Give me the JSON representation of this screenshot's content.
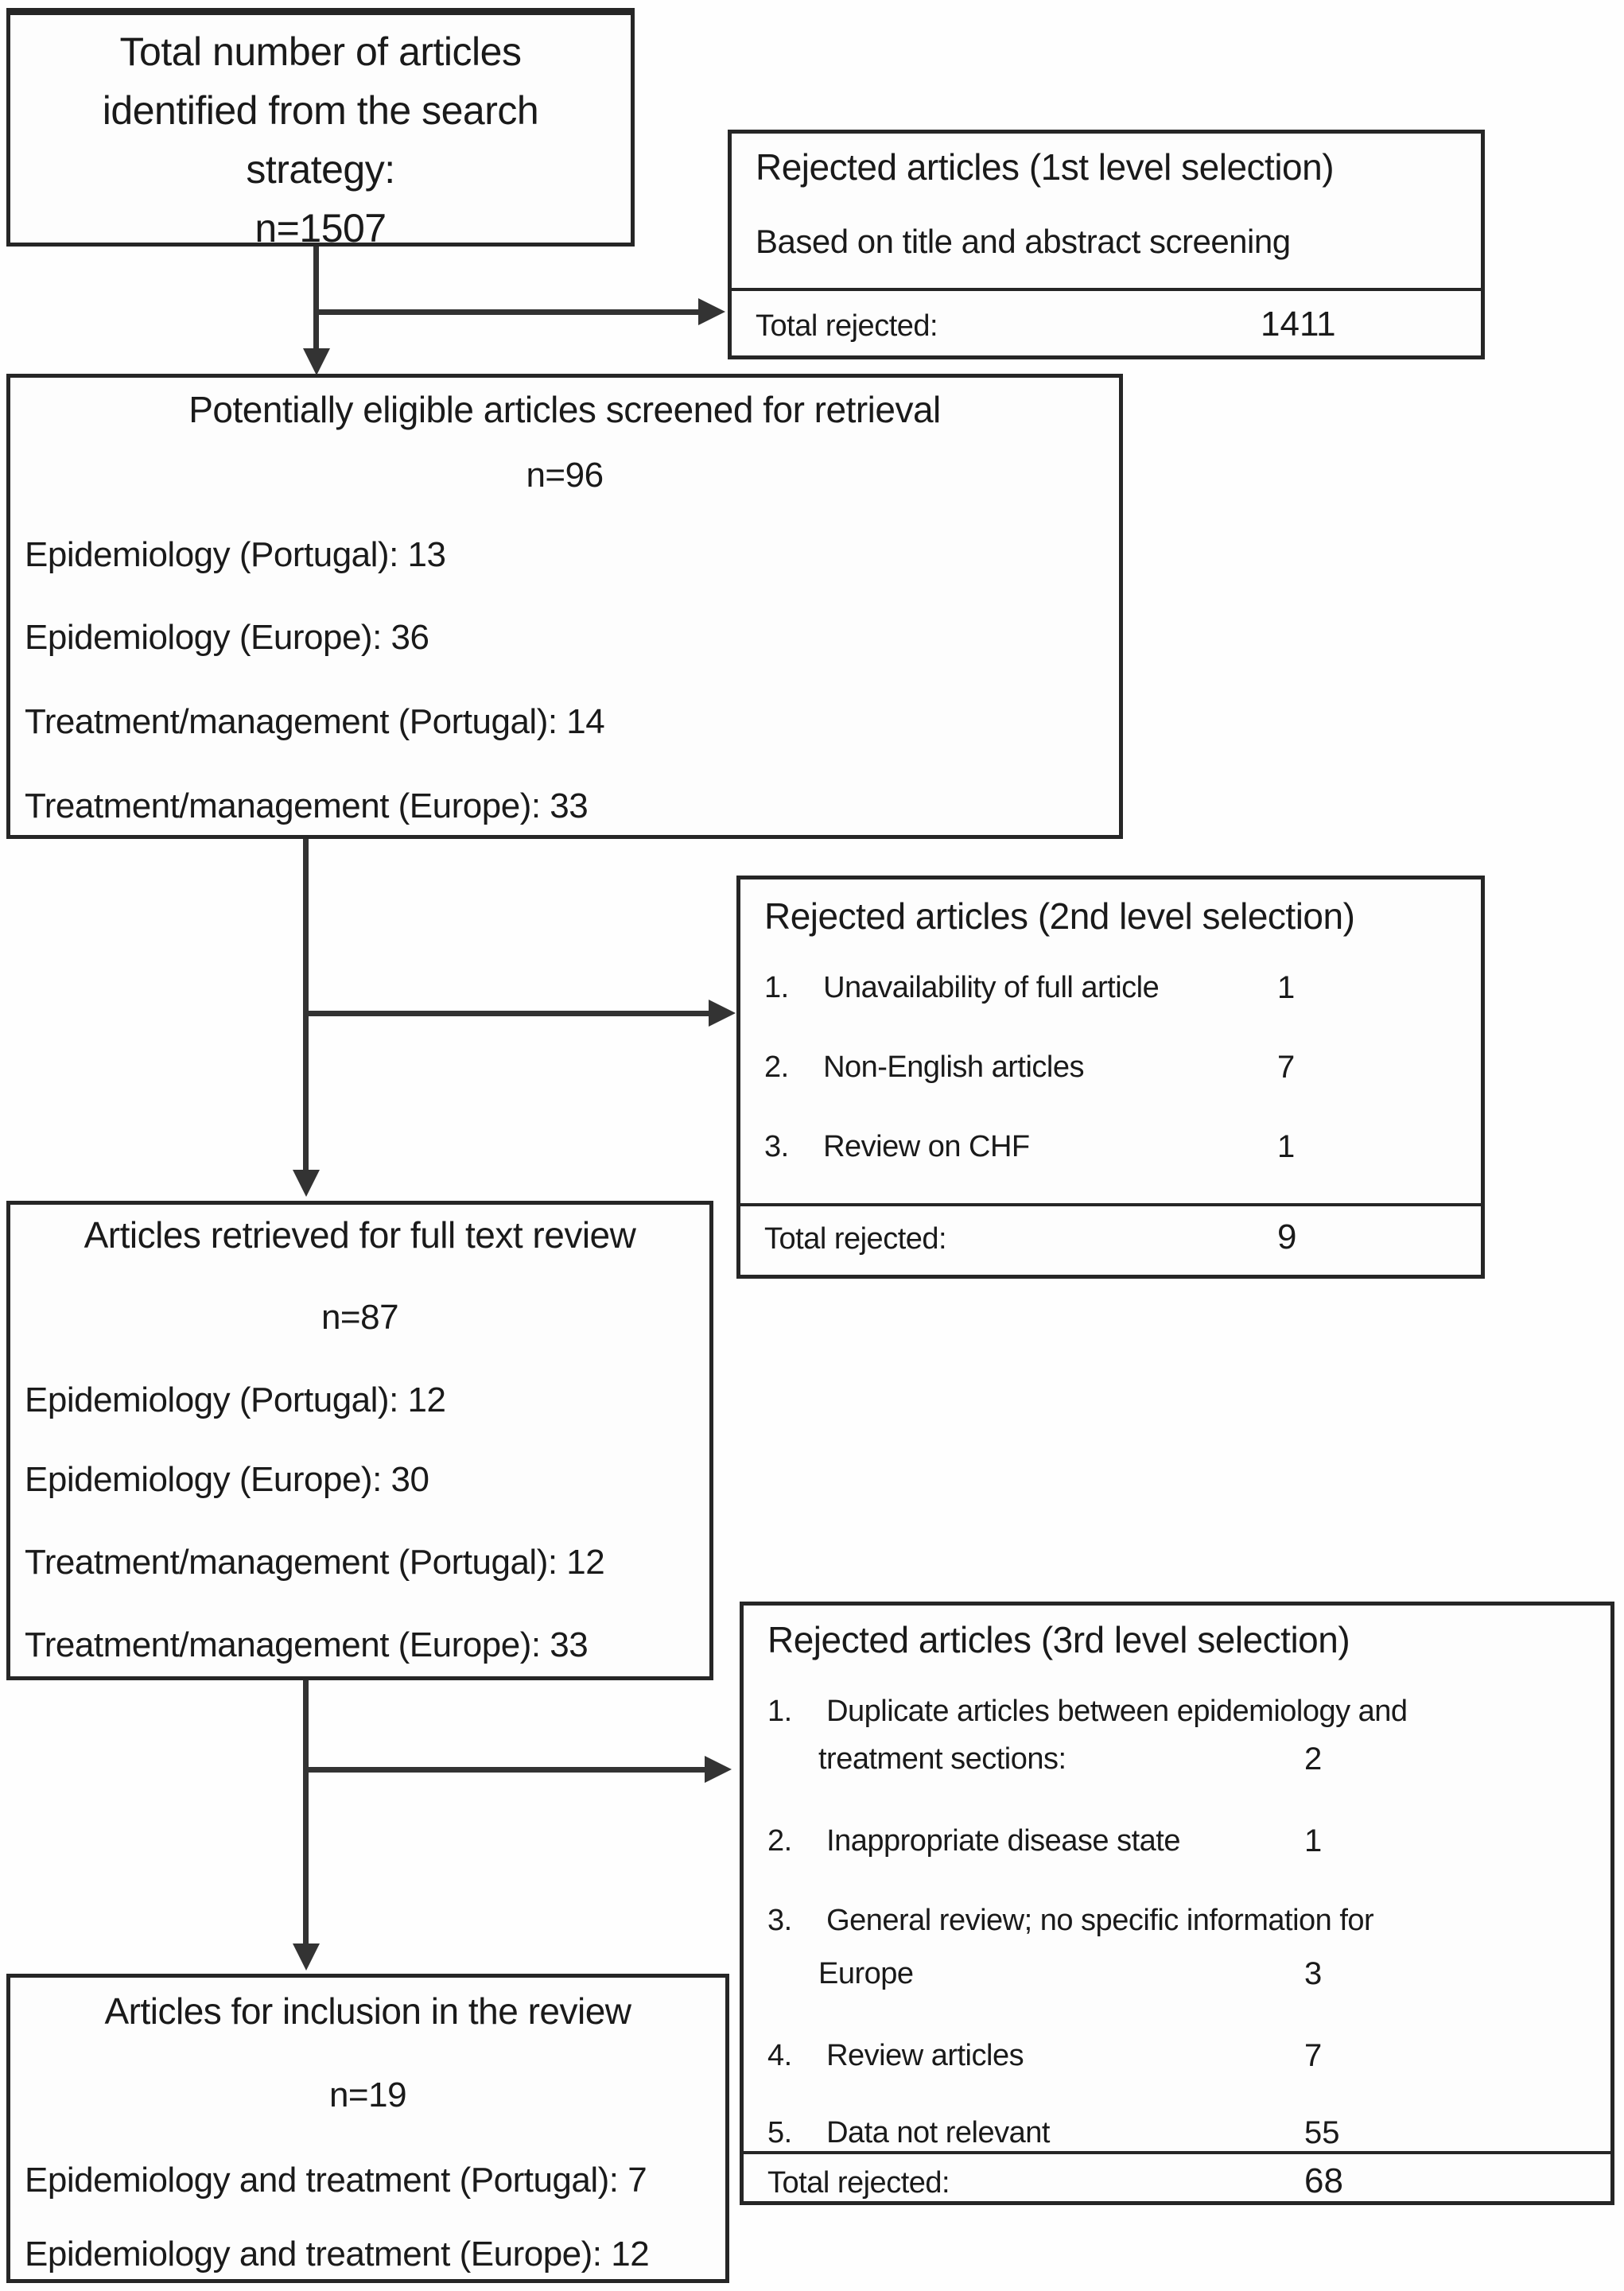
{
  "fc": {
    "box1": {
      "lines": [
        "Total number of articles",
        "identified from the search",
        "strategy:",
        "n=1507"
      ]
    },
    "rejected1": {
      "title": "Rejected articles (1st level selection)",
      "subtitle": "Based on title and abstract screening",
      "total_label": "Total rejected:",
      "total_value": "1411"
    },
    "box2": {
      "title": "Potentially eligible articles screened for retrieval",
      "n": "n=96",
      "items": [
        "Epidemiology (Portugal): 13",
        "Epidemiology (Europe): 36",
        "Treatment/management (Portugal): 14",
        "Treatment/management (Europe): 33"
      ]
    },
    "rejected2": {
      "title": "Rejected articles (2nd level selection)",
      "items": [
        {
          "num": "1.",
          "label": "Unavailability of full article",
          "value": "1"
        },
        {
          "num": "2.",
          "label": "Non-English articles",
          "value": "7"
        },
        {
          "num": "3.",
          "label": "Review on CHF",
          "value": "1"
        }
      ],
      "total_label": "Total rejected:",
      "total_value": "9"
    },
    "box3": {
      "title": "Articles retrieved for full text review",
      "n": "n=87",
      "items": [
        "Epidemiology (Portugal): 12",
        "Epidemiology (Europe): 30",
        "Treatment/management (Portugal): 12",
        "Treatment/management (Europe): 33"
      ]
    },
    "rejected3": {
      "title": "Rejected articles (3rd level selection)",
      "items": [
        {
          "num": "1.",
          "label_line1": "Duplicate articles between epidemiology and",
          "label_line2": "treatment sections:",
          "value": "2"
        },
        {
          "num": "2.",
          "label": "Inappropriate disease state",
          "value": "1"
        },
        {
          "num": "3.",
          "label_line1": "General review; no specific information for",
          "label_line2": "Europe",
          "value": "3"
        },
        {
          "num": "4.",
          "label": "Review articles",
          "value": "7"
        },
        {
          "num": "5.",
          "label": "Data not relevant",
          "value": "55"
        }
      ],
      "total_label": "Total rejected:",
      "total_value": "68"
    },
    "box4": {
      "title": "Articles for inclusion in the review",
      "n": "n=19",
      "items": [
        "Epidemiology and treatment (Portugal): 7",
        "Epidemiology and treatment (Europe): 12"
      ]
    }
  }
}
